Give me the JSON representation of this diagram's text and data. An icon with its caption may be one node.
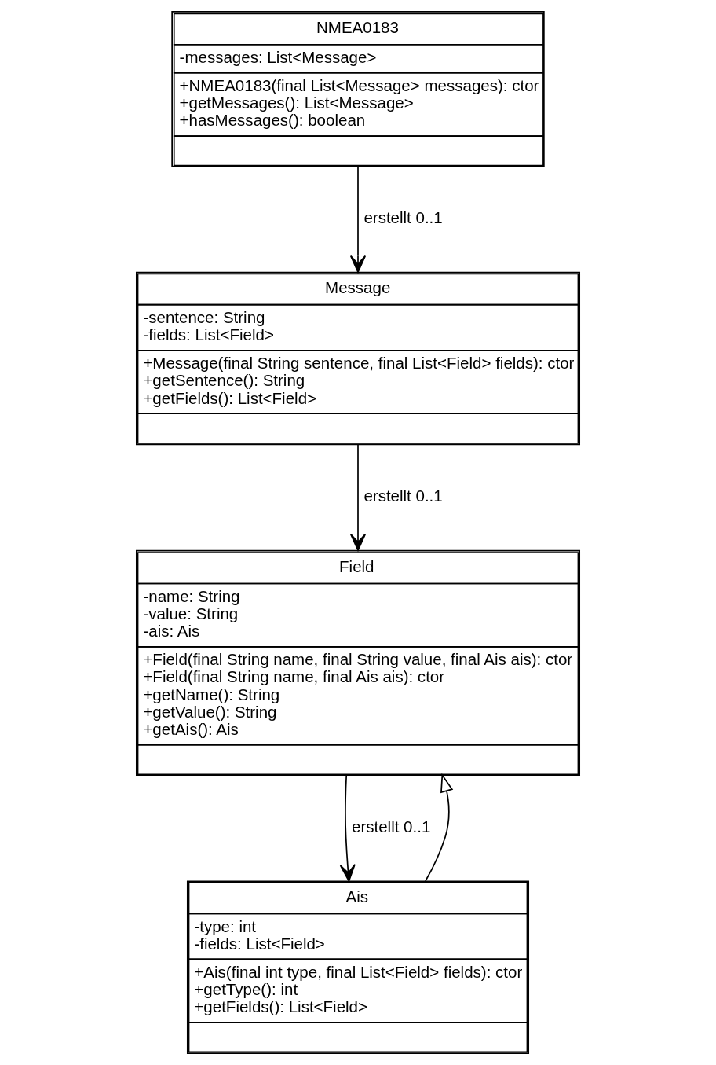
{
  "diagram": {
    "nodes": [
      {
        "text": [
          "NMEA0183",
          "-messages: List<Message>",
          "+NMEA0183(final List<Message> messages): ctor",
          "+getMessages(): List<Message>",
          "+hasMessages(): boolean"
        ]
      },
      {
        "text": [
          "Message",
          "-sentence: String",
          "-fields: List<Field>",
          "+Message(final String sentence, final List<Field> fields): ctor",
          "+getSentence(): String",
          "+getFields(): List<Field>"
        ]
      },
      {
        "text": [
          "Field",
          "-name: String",
          "-value: String",
          "-ais: Ais",
          "+Field(final String name, final String value, final Ais ais): ctor",
          "+Field(final String name, final Ais ais): ctor",
          "+getName(): String",
          "+getValue(): String",
          "+getAis(): Ais"
        ]
      },
      {
        "text": [
          "Ais",
          "-type: int",
          "-fields: List<Field>",
          "+Ais(final int type, final List<Field> fields): ctor",
          "+getType(): int",
          "+getFields(): List<Field>"
        ]
      }
    ],
    "edges": [
      {
        "from": 0,
        "to": 1,
        "arrow": "to",
        "label": "erstellt 0..1"
      },
      {
        "from": 1,
        "to": 2,
        "arrow": "to",
        "label": "erstellt 0..1"
      },
      {
        "from": 3,
        "to": 2,
        "arrow": "to"
      },
      {
        "from": 2,
        "to": 3,
        "arrow": "to",
        "label": "erstellt 0..1"
      }
    ]
  }
}
